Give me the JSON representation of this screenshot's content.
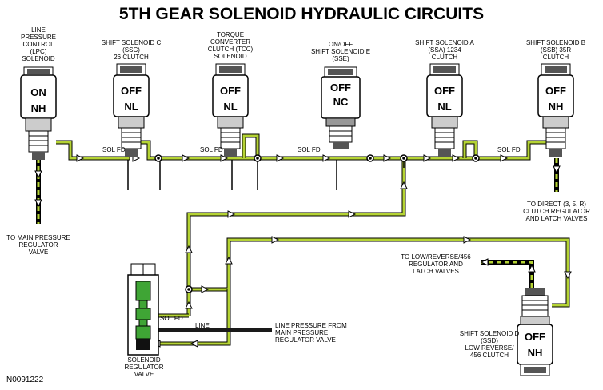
{
  "title": "5TH GEAR SOLENOID HYDRAULIC CIRCUITS",
  "figure_id": "N0091222",
  "colors": {
    "fluid": "#b5d334",
    "line_pressure": "#1a1a1a",
    "valve_green": "#3fa535",
    "body": "#ffffff",
    "stroke": "#000000"
  },
  "solenoids": [
    {
      "name": [
        "LINE",
        "PRESSURE",
        "CONTROL",
        "(LPC)",
        "SOLENOID"
      ],
      "state": "ON",
      "type": "NH"
    },
    {
      "name": [
        "SHIFT SOLENOID C",
        "(SSC)",
        "26 CLUTCH"
      ],
      "state": "OFF",
      "type": "NL"
    },
    {
      "name": [
        "TORQUE",
        "CONVERTER",
        "CLUTCH (TCC)",
        "SOLENOID"
      ],
      "state": "OFF",
      "type": "NL"
    },
    {
      "name": [
        "ON/OFF",
        "SHIFT SOLENOID E",
        "(SSE)"
      ],
      "state": "OFF",
      "type": "NC"
    },
    {
      "name": [
        "SHIFT SOLENOID A",
        "(SSA) 1234",
        "CLUTCH"
      ],
      "state": "OFF",
      "type": "NL"
    },
    {
      "name": [
        "SHIFT SOLENOID B",
        "(SSB) 35R",
        "CLUTCH"
      ],
      "state": "OFF",
      "type": "NH"
    },
    {
      "name": [
        "SHIFT SOLENOID D",
        "(SSD)",
        "LOW REVERSE/",
        "456 CLUTCH"
      ],
      "state": "OFF",
      "type": "NH"
    }
  ],
  "circuit_labels": {
    "sol_fd": "SOL FD",
    "line": "LINE"
  },
  "callouts": {
    "main_pressure": [
      "TO MAIN PRESSURE",
      "REGULATOR",
      "VALVE"
    ],
    "direct_clutch": [
      "TO DIRECT (3, 5, R)",
      "CLUTCH REGULATOR",
      "AND LATCH VALVES"
    ],
    "low_reverse": [
      "TO LOW/REVERSE/456",
      "REGULATOR AND",
      "LATCH VALVES"
    ],
    "line_from_main": [
      "LINE PRESSURE FROM",
      "MAIN PRESSURE",
      "REGULATOR VALVE"
    ],
    "regulator_valve": [
      "SOLENOID",
      "REGULATOR",
      "VALVE"
    ]
  }
}
